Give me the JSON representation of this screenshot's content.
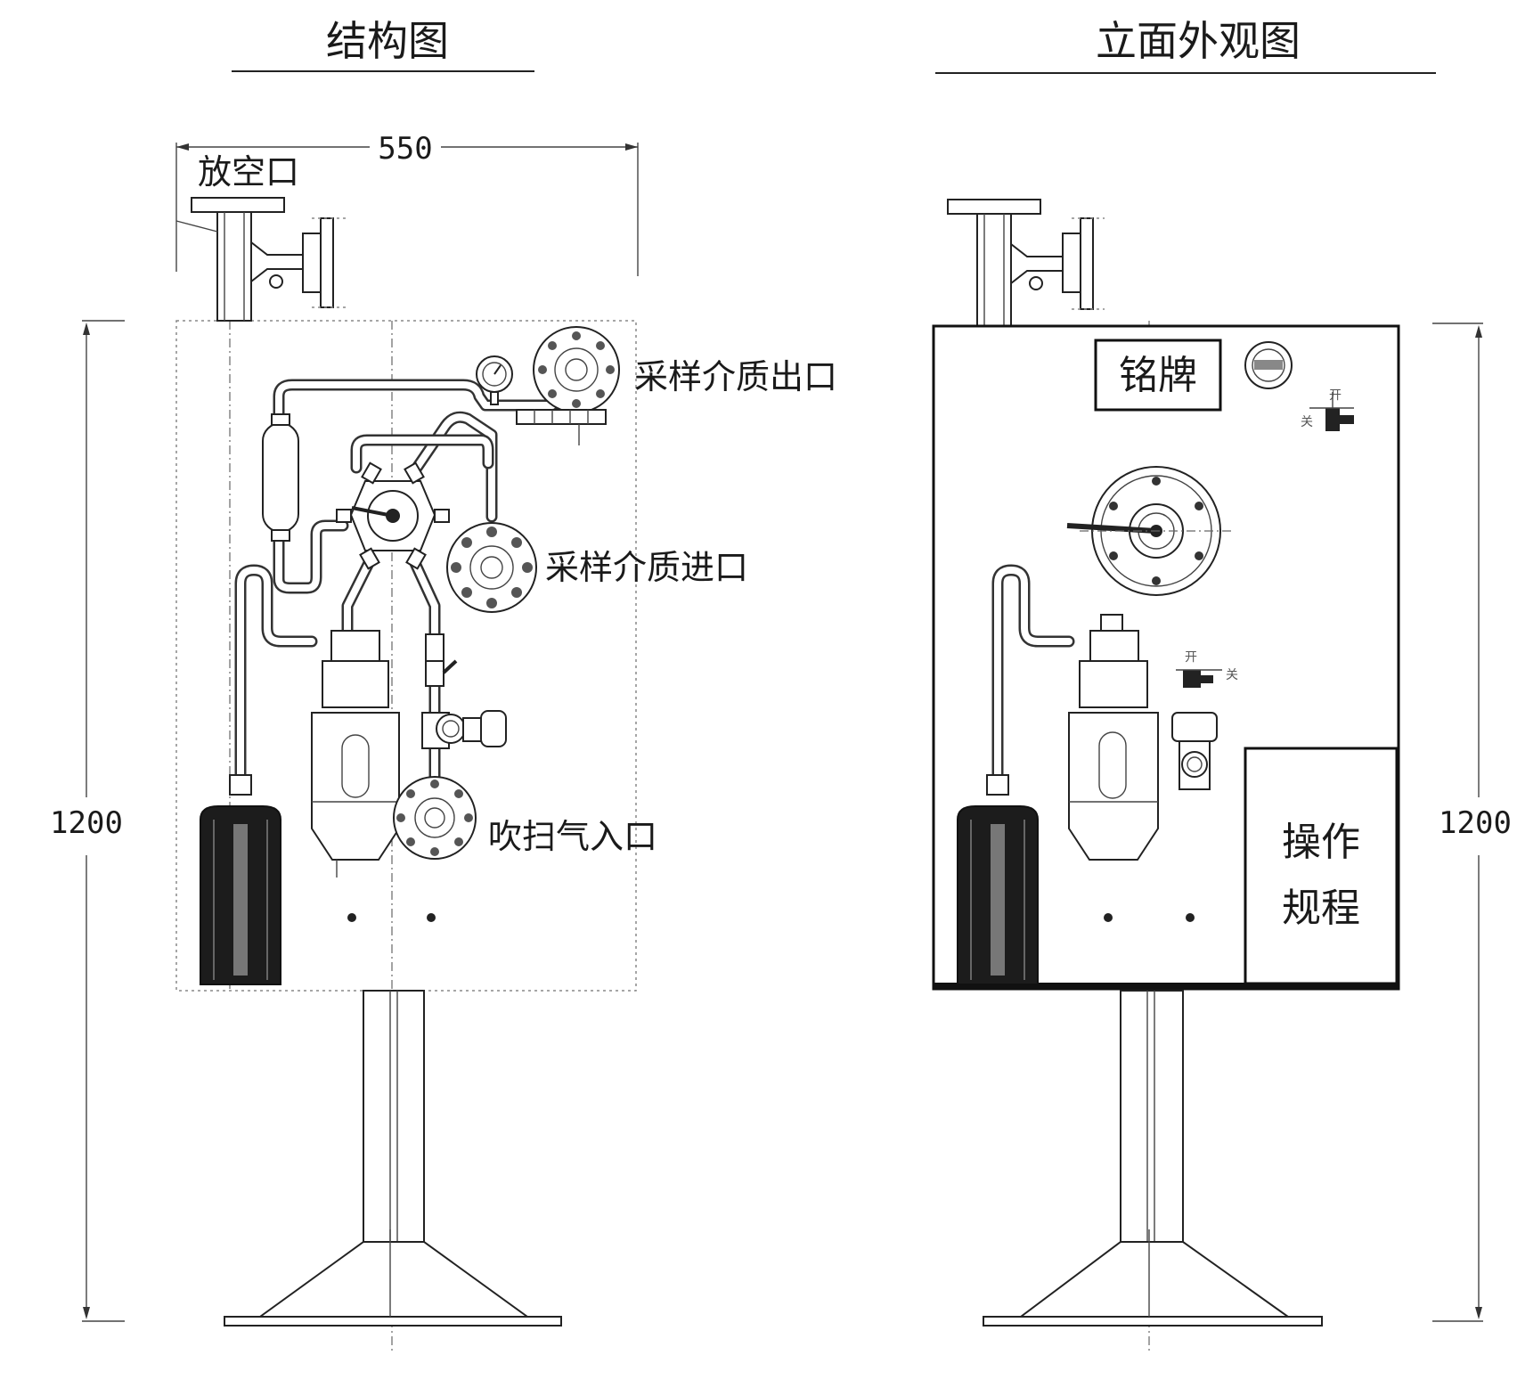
{
  "titles": {
    "structure": "结构图",
    "elevation": "立面外观图"
  },
  "dimensions": {
    "width": "550",
    "height_left": "1200",
    "height_right": "1200"
  },
  "labels": {
    "vent": "放空口",
    "sample_outlet": "采样介质出口",
    "sample_inlet": "采样介质进口",
    "purge_inlet": "吹扫气入口"
  },
  "panel": {
    "nameplate": "铭牌",
    "switch_open_top": "开",
    "switch_close_top": "关",
    "switch_open_mid": "开",
    "switch_close_mid": "关",
    "procedure_line1": "操作",
    "procedure_line2": "规程"
  },
  "icons": {
    "pressure_gauge": "pressure-gauge-icon",
    "valve_handle": "valve-handle-icon"
  }
}
